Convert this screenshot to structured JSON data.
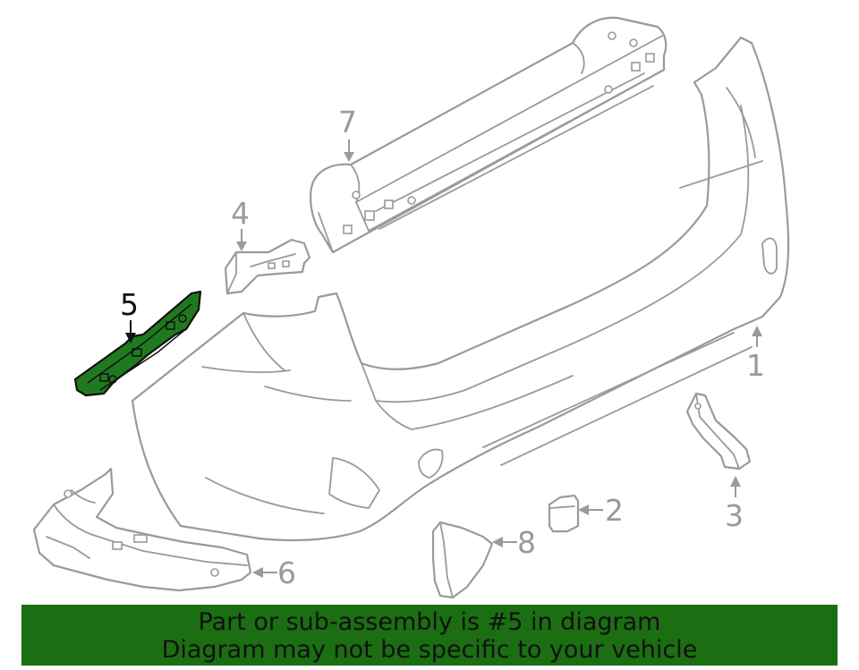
{
  "callouts": [
    {
      "id": "1",
      "label": "1"
    },
    {
      "id": "2",
      "label": "2"
    },
    {
      "id": "3",
      "label": "3"
    },
    {
      "id": "4",
      "label": "4"
    },
    {
      "id": "5",
      "label": "5"
    },
    {
      "id": "6",
      "label": "6"
    },
    {
      "id": "7",
      "label": "7"
    },
    {
      "id": "8",
      "label": "8"
    }
  ],
  "highlighted_part": "5",
  "colors": {
    "highlight_fill": "#1f7a1f",
    "banner_background": "#1b6e12",
    "line_art": "#9a9a9a",
    "selected_callout": "#111111"
  },
  "banner": {
    "line1": "Part or sub-assembly is #5 in diagram",
    "line2": "Diagram may not be specific to your vehicle"
  }
}
